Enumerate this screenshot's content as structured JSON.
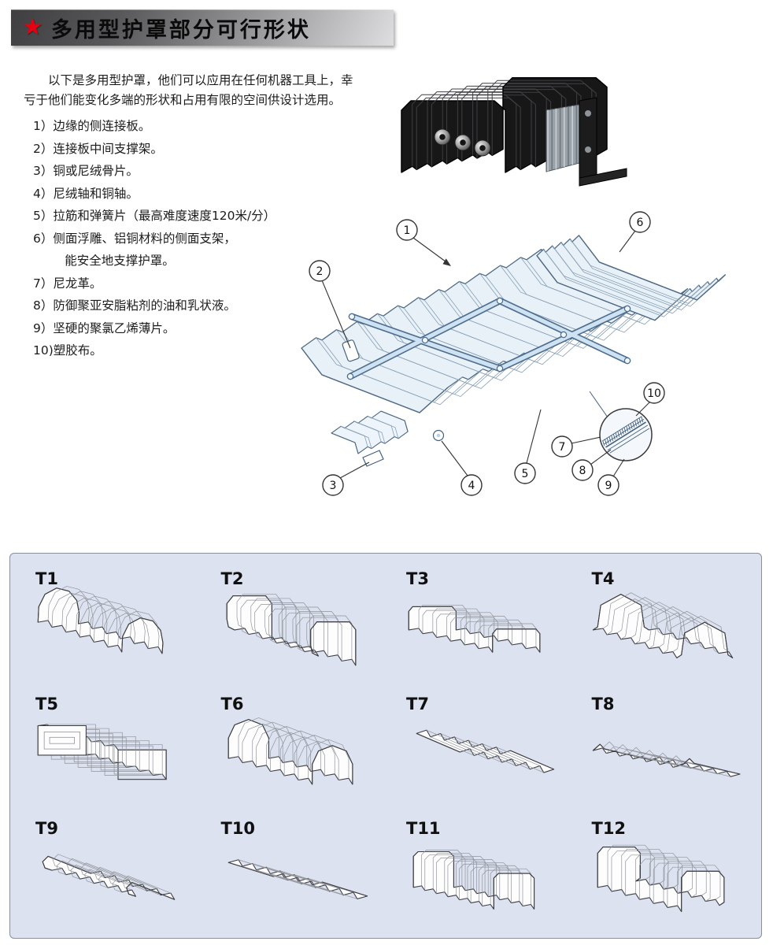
{
  "header": {
    "star": "★",
    "title": "多用型护罩部分可行形状"
  },
  "intro": {
    "line1": "以下是多用型护罩，他们可以应用在任何机器工具上，幸",
    "line2": "亏于他们能变化多端的形状和占用有限的空间供设计选用。"
  },
  "parts": {
    "items": [
      "1）边缘的侧连接板。",
      "2）连接板中间支撑架。",
      "3）铜或尼绒骨片。",
      "4）尼绒轴和铜轴。",
      "5）拉筋和弹簧片（最高难度速度120米/分）",
      "6）侧面浮雕、铝铜材料的侧面支架，",
      "能安全地支撑护罩。",
      "7）尼龙革。",
      "8）防御聚亚安脂粘剂的油和乳状液。",
      "9）坚硬的聚氯乙烯薄片。",
      "10)塑胶布。"
    ]
  },
  "diagram": {
    "callouts": [
      "1",
      "2",
      "3",
      "4",
      "5",
      "6",
      "7",
      "8",
      "9",
      "10"
    ]
  },
  "gallery": {
    "models": [
      "T1",
      "T2",
      "T3",
      "T4",
      "T5",
      "T6",
      "T7",
      "T8",
      "T9",
      "T10",
      "T11",
      "T12"
    ]
  },
  "colors": {
    "accent_red": "#e60012",
    "panel_bg": "#dce2ef",
    "line_blue": "#4f6a85"
  }
}
